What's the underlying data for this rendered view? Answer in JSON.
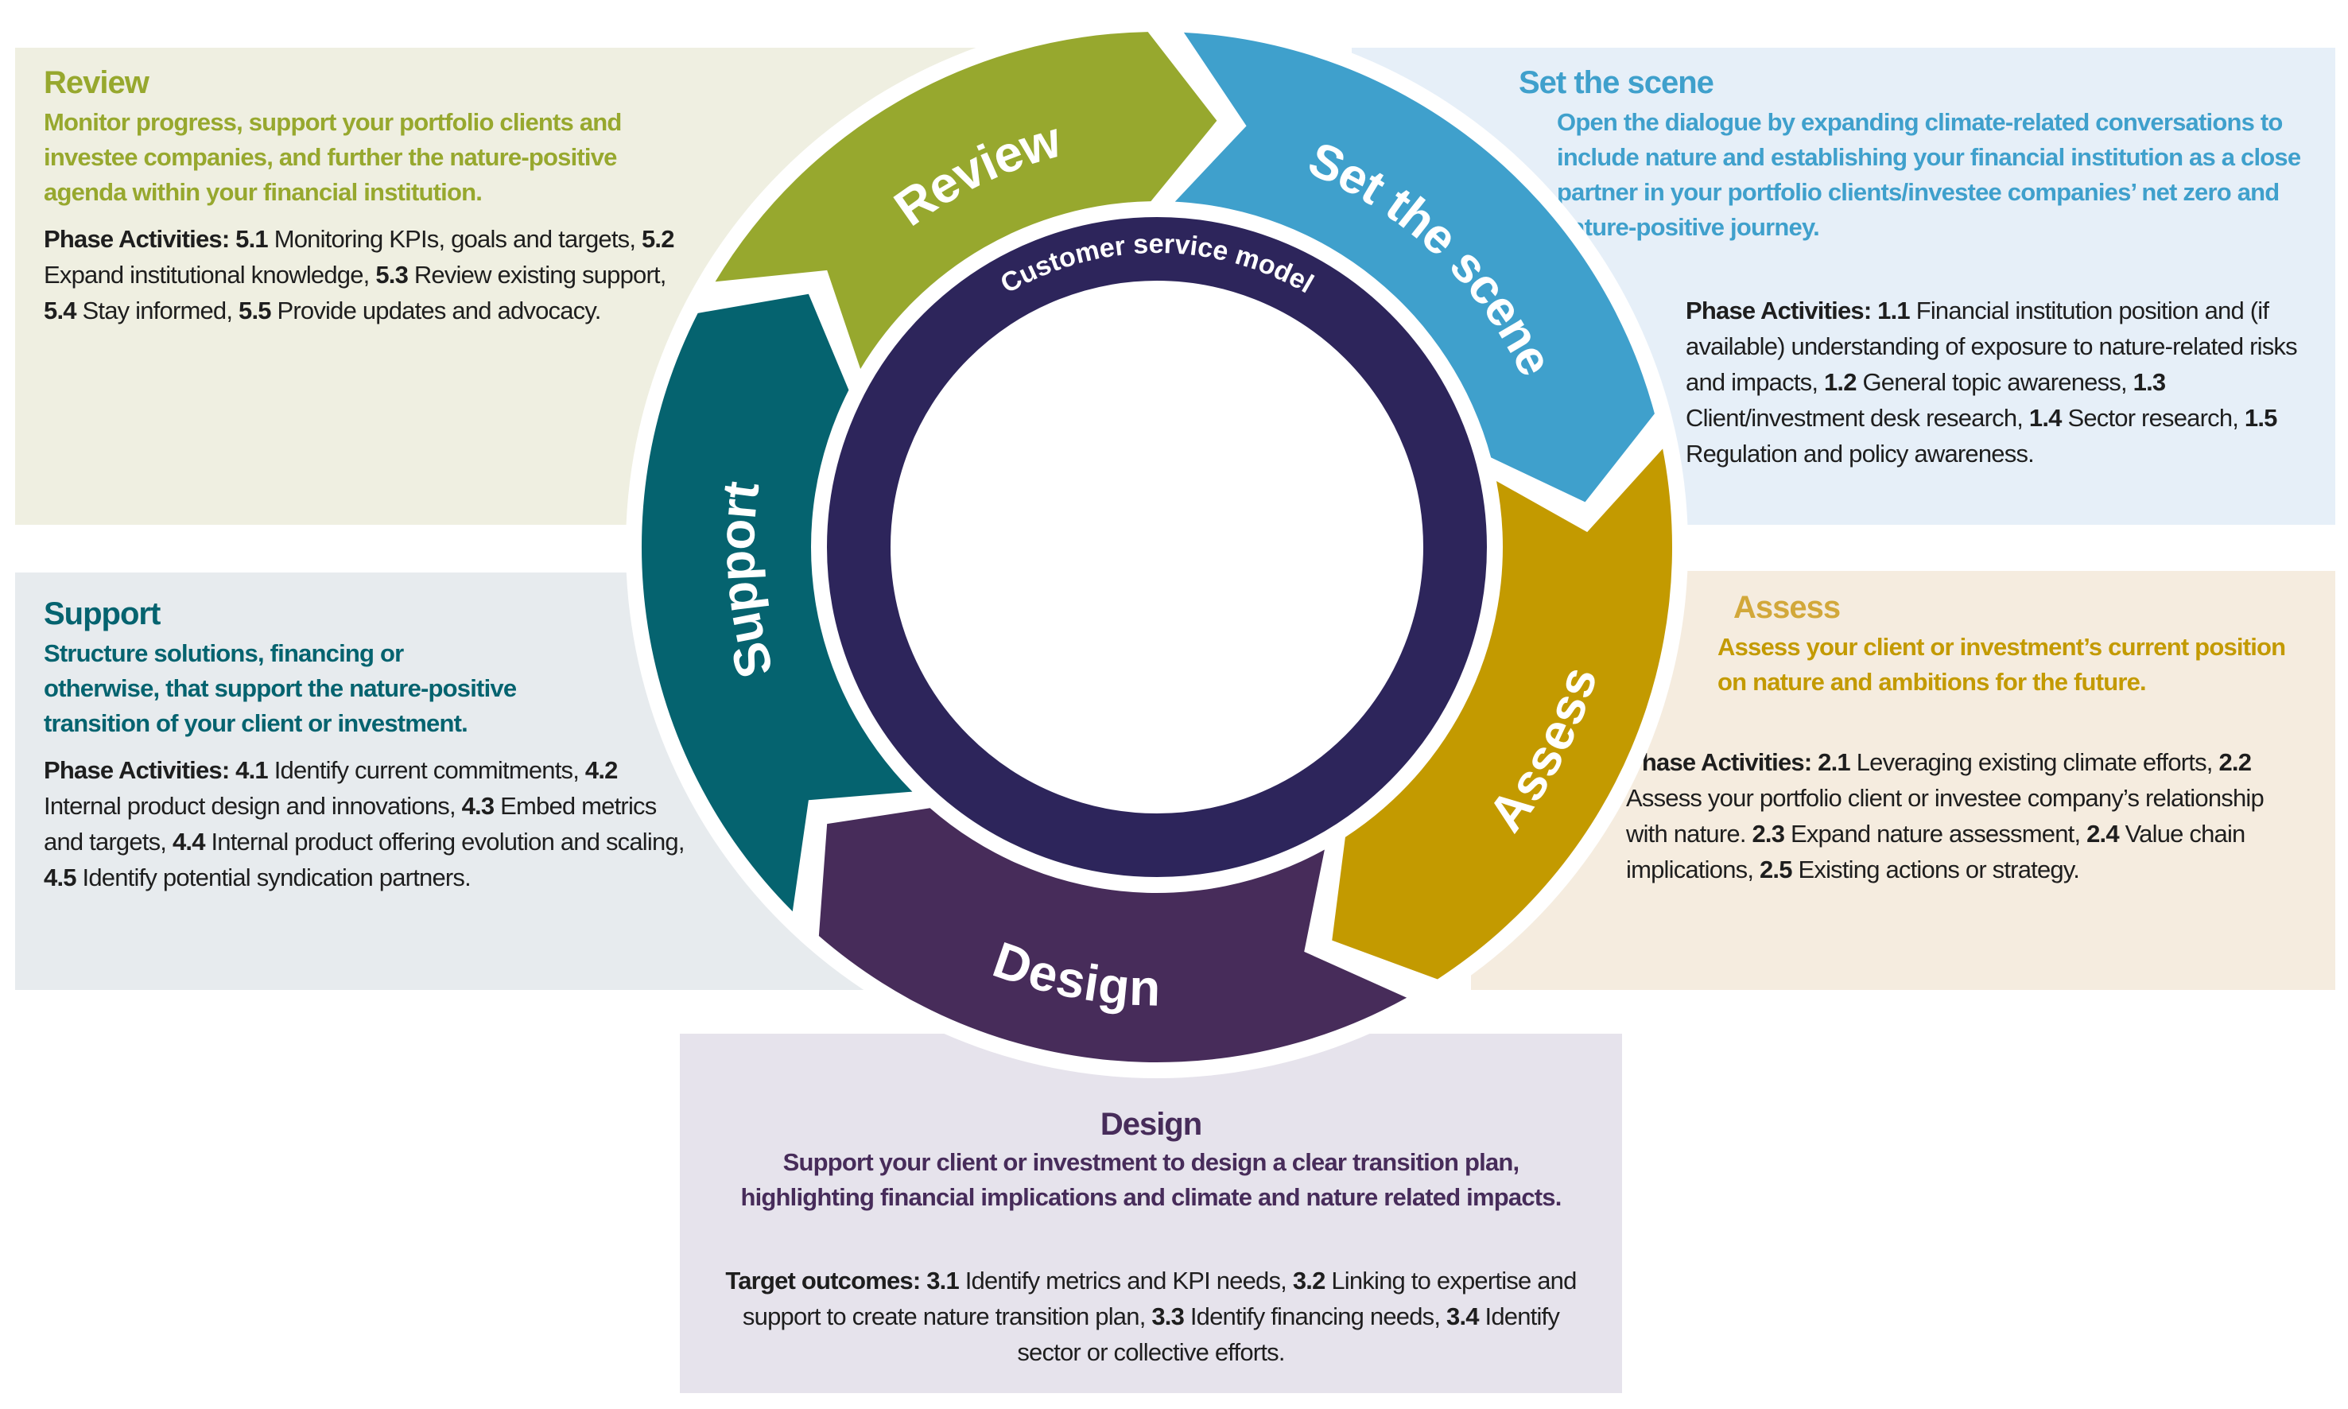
{
  "center_label": "Customer service model",
  "colors": {
    "review": "#97A82E",
    "set_the_scene": "#3FA0CC",
    "assess": "#C39A00",
    "design": "#472C5A",
    "support": "#05636F",
    "center_ring": "#2D255B",
    "review_panel_bg": "#EFEFE1",
    "set_the_scene_panel_bg": "#E6EFF8",
    "assess_panel_bg": "#F5ECDF",
    "design_panel_bg": "#E6E3EC",
    "support_panel_bg": "#E7EBEE",
    "review_title": "#97A82E",
    "set_the_scene_title": "#3FA0CC",
    "assess_title": "#D2A83A",
    "assess_summary": "#C39A00",
    "design_title": "#472C5A",
    "support_title": "#05636F"
  },
  "segments": [
    {
      "key": "set_the_scene",
      "label": "Set the scene"
    },
    {
      "key": "assess",
      "label": "Assess"
    },
    {
      "key": "design",
      "label": "Design"
    },
    {
      "key": "support",
      "label": "Support"
    },
    {
      "key": "review",
      "label": "Review"
    }
  ],
  "panels": {
    "review": {
      "title": "Review",
      "summary": "Monitor progress, support your portfolio clients and investee companies, and further the nature-positive agenda within your financial institution.",
      "activities_label": "Phase Activities:",
      "items": [
        {
          "num": "5.1",
          "text": "Monitoring KPIs, goals and targets,"
        },
        {
          "num": "5.2",
          "text": "Expand institutional knowledge,"
        },
        {
          "num": "5.3",
          "text": "Review existing support,"
        },
        {
          "num": "5.4",
          "text": "Stay informed,"
        },
        {
          "num": "5.5",
          "text": "Provide updates and advocacy."
        }
      ]
    },
    "set_the_scene": {
      "title": "Set the scene",
      "summary": "Open the dialogue by expanding climate-related conversations to include nature and establishing your financial institution as a close partner in your portfolio clients/investee companies’ net zero and nature-positive journey.",
      "activities_label": "Phase Activities:",
      "items": [
        {
          "num": "1.1",
          "text": "Financial institution position and (if available) understanding of exposure to nature-related risks and impacts,"
        },
        {
          "num": "1.2",
          "text": "General topic awareness,"
        },
        {
          "num": "1.3",
          "text": "Client/investment desk research,"
        },
        {
          "num": "1.4",
          "text": "Sector research,"
        },
        {
          "num": "1.5",
          "text": "Regulation and policy awareness."
        }
      ]
    },
    "assess": {
      "title": "Assess",
      "summary": "Assess your client or investment’s current position on nature and ambitions for the future.",
      "activities_label": "Phase Activities:",
      "items": [
        {
          "num": "2.1",
          "text": "Leveraging existing climate efforts,"
        },
        {
          "num": "2.2",
          "text": "Assess your portfolio client or investee company’s relationship with nature."
        },
        {
          "num": "2.3",
          "text": "Expand nature assessment,"
        },
        {
          "num": "2.4",
          "text": "Value chain implications,"
        },
        {
          "num": "2.5",
          "text": "Existing actions or strategy."
        }
      ]
    },
    "design": {
      "title": "Design",
      "summary": "Support your client or investment to design a clear transition plan, highlighting financial implications and climate and nature related impacts.",
      "activities_label": "Target outcomes:",
      "items": [
        {
          "num": "3.1",
          "text": "Identify metrics and KPI needs,"
        },
        {
          "num": "3.2",
          "text": "Linking to expertise and support to create nature transition plan,"
        },
        {
          "num": "3.3",
          "text": "Identify financing needs,"
        },
        {
          "num": "3.4",
          "text": "Identify sector or collective efforts."
        }
      ]
    },
    "support": {
      "title": "Support",
      "summary": "Structure solutions, financing or otherwise, that support the nature-positive transition of your client or investment.",
      "activities_label": "Phase Activities:",
      "items": [
        {
          "num": "4.1",
          "text": "Identify current commitments,"
        },
        {
          "num": "4.2",
          "text": "Internal product design and innovations,"
        },
        {
          "num": "4.3",
          "text": "Embed metrics and targets,"
        },
        {
          "num": "4.4",
          "text": "Internal product offering evolution and scaling,"
        },
        {
          "num": "4.5",
          "text": "Identify potential syndication partners."
        }
      ]
    }
  }
}
